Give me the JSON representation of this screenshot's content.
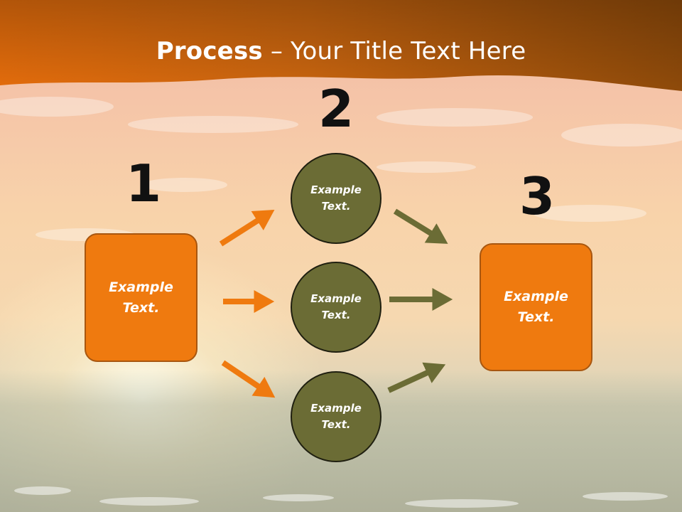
{
  "title": {
    "bold": "Process",
    "rest": " – Your Title Text Here"
  },
  "steps": [
    {
      "number": "1"
    },
    {
      "number": "2"
    },
    {
      "number": "3"
    }
  ],
  "left_box": {
    "text": "Example Text."
  },
  "right_box": {
    "text": "Example Text."
  },
  "circles": [
    {
      "text": "Example Text."
    },
    {
      "text": "Example Text."
    },
    {
      "text": "Example Text."
    }
  ],
  "colors": {
    "orange": "#ef7a0f",
    "olive": "#6b6c35",
    "title_band": "#c8650f"
  }
}
